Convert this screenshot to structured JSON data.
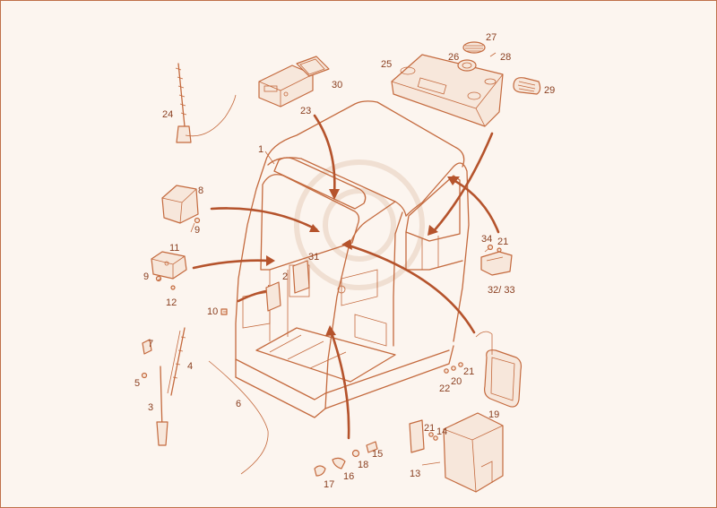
{
  "diagram": {
    "callouts": [
      {
        "id": "c1",
        "text": "1"
      },
      {
        "id": "c2",
        "text": "2"
      },
      {
        "id": "c3",
        "text": "3"
      },
      {
        "id": "c4",
        "text": "4"
      },
      {
        "id": "c5",
        "text": "5"
      },
      {
        "id": "c6",
        "text": "6"
      },
      {
        "id": "c7",
        "text": "7"
      },
      {
        "id": "c8",
        "text": "8"
      },
      {
        "id": "c9a",
        "text": "9"
      },
      {
        "id": "c9b",
        "text": "9"
      },
      {
        "id": "c10",
        "text": "10"
      },
      {
        "id": "c11",
        "text": "11"
      },
      {
        "id": "c12",
        "text": "12"
      },
      {
        "id": "c13",
        "text": "13"
      },
      {
        "id": "c14",
        "text": "14"
      },
      {
        "id": "c15",
        "text": "15"
      },
      {
        "id": "c16",
        "text": "16"
      },
      {
        "id": "c17",
        "text": "17"
      },
      {
        "id": "c18",
        "text": "18"
      },
      {
        "id": "c19",
        "text": "19"
      },
      {
        "id": "c20",
        "text": "20"
      },
      {
        "id": "c21a",
        "text": "21"
      },
      {
        "id": "c21b",
        "text": "21"
      },
      {
        "id": "c21c",
        "text": "21"
      },
      {
        "id": "c22",
        "text": "22"
      },
      {
        "id": "c23",
        "text": "23"
      },
      {
        "id": "c24",
        "text": "24"
      },
      {
        "id": "c25",
        "text": "25"
      },
      {
        "id": "c26",
        "text": "26"
      },
      {
        "id": "c27",
        "text": "27"
      },
      {
        "id": "c28",
        "text": "28"
      },
      {
        "id": "c29",
        "text": "29"
      },
      {
        "id": "c30",
        "text": "30"
      },
      {
        "id": "c31",
        "text": "31"
      },
      {
        "id": "c3233",
        "text": "32/ 33"
      },
      {
        "id": "c34",
        "text": "34"
      }
    ],
    "colors": {
      "line": "#c46a3e",
      "arrow": "#b5532c",
      "background": "#fcf5ef",
      "label": "#8a3f20"
    }
  }
}
